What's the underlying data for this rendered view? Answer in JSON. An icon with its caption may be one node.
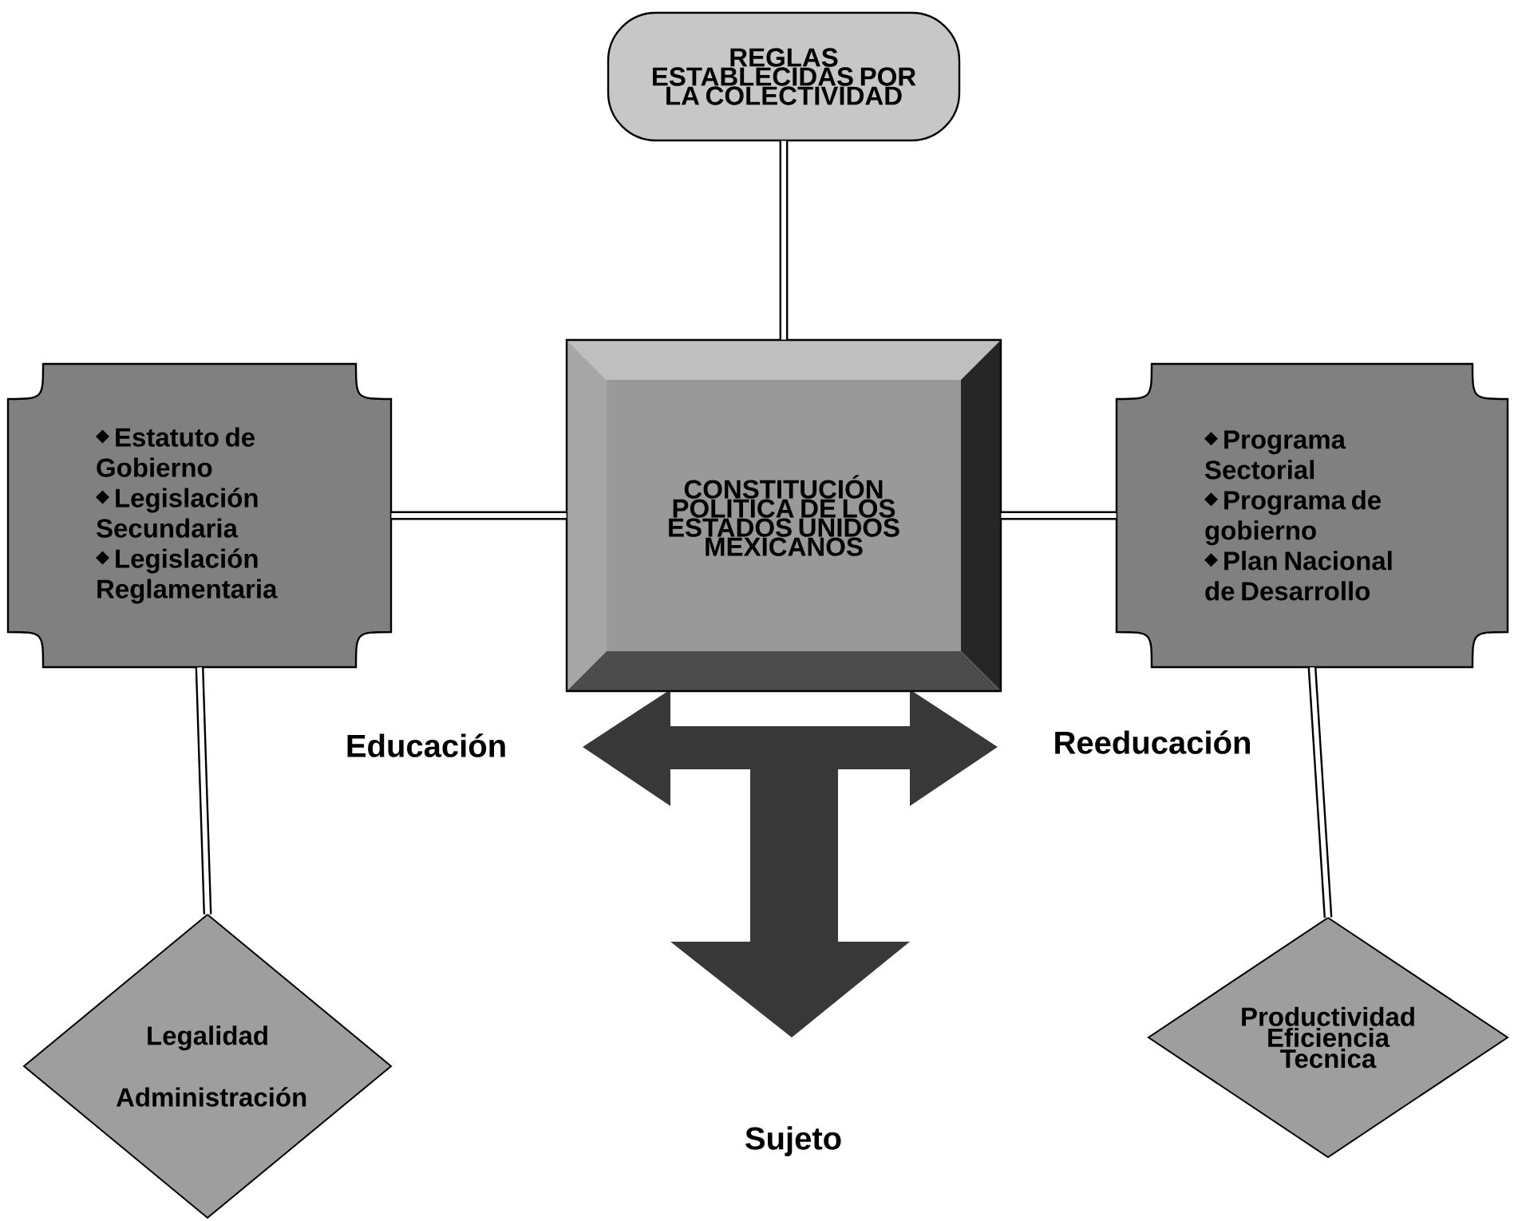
{
  "diagram": {
    "nodes": [
      {
        "text": [
          "REGLAS ESTABLECIDAS POR LA COLECTIVIDAD"
        ]
      },
      {
        "text": [
          "CONSTITUCIÓN POLITICA DE LOS ESTADOS UNIDOS MEXICANOS"
        ]
      },
      {
        "text": [
          "Estatuto de Gobierno",
          "Legislación Secundaria",
          "Legislación Reglamentaria"
        ]
      },
      {
        "text": [
          "Programa Sectorial",
          "Programa de gobierno",
          "Plan Nacional de Desarrollo"
        ]
      },
      {
        "text": [
          "Legalidad",
          "Administración"
        ]
      },
      {
        "text": [
          "Productividad Eficiencia Tecnica"
        ]
      }
    ],
    "edges": [
      {
        "from": 0,
        "to": 1,
        "arrow": "none"
      },
      {
        "from": 2,
        "to": 1,
        "arrow": "none"
      },
      {
        "from": 1,
        "to": 3,
        "arrow": "none"
      },
      {
        "from": 2,
        "to": 4,
        "arrow": "none"
      },
      {
        "from": 3,
        "to": 5,
        "arrow": "none"
      }
    ],
    "labels": [
      "Educación",
      "Reeducación",
      "Sujeto"
    ]
  }
}
